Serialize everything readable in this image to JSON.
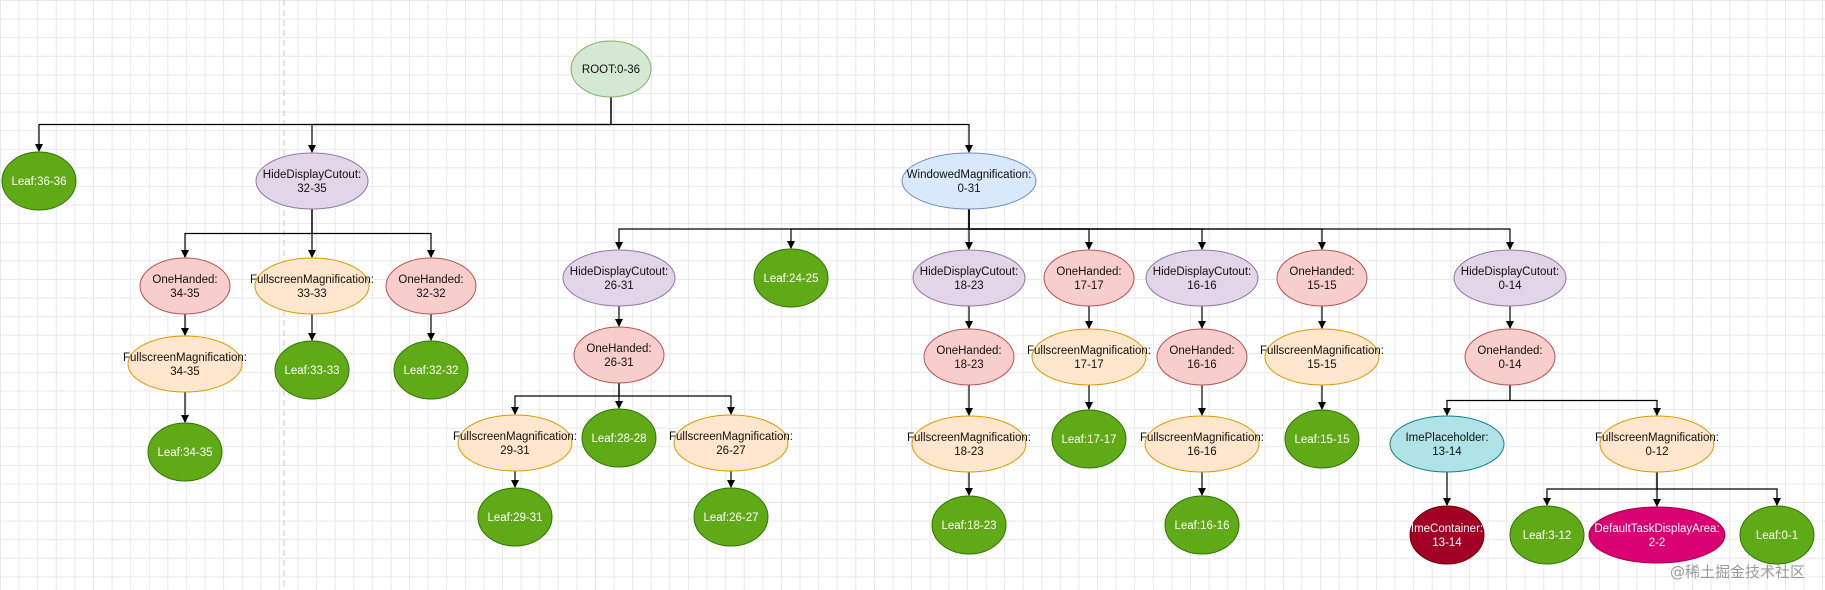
{
  "colors": {
    "root_fill": "#d5e8d4",
    "root_stroke": "#82b366",
    "hdc_fill": "#e1d5e7",
    "hdc_stroke": "#9673a6",
    "oh_fill": "#f8cecc",
    "oh_stroke": "#b85450",
    "fsm_fill": "#ffe6cc",
    "fsm_stroke": "#d79b00",
    "wm_fill": "#dae8fc",
    "wm_stroke": "#6c8ebf",
    "leaf_fill": "#60a917",
    "leaf_stroke": "#2d7600",
    "ime_fill": "#b0e3e6",
    "ime_stroke": "#0e8088",
    "imec_fill": "#a20025",
    "imec_stroke": "#6f0000",
    "tda_fill": "#d80073",
    "tda_stroke": "#a50040"
  },
  "nodes": [
    {
      "id": "root",
      "lines": [
        "ROOT:0-36"
      ],
      "style": "root"
    },
    {
      "id": "leaf_36_36",
      "lines": [
        "Leaf:36-36"
      ],
      "style": "leaf"
    },
    {
      "id": "hdc_32_35",
      "lines": [
        "HideDisplayCutout:",
        "32-35"
      ],
      "style": "hdc"
    },
    {
      "id": "wm_0_31",
      "lines": [
        "WindowedMagnification:",
        "0-31"
      ],
      "style": "wm"
    },
    {
      "id": "oh_34_35",
      "lines": [
        "OneHanded:",
        "34-35"
      ],
      "style": "oh"
    },
    {
      "id": "fsm_33_33",
      "lines": [
        "FullscreenMagnification:",
        "33-33"
      ],
      "style": "fsm"
    },
    {
      "id": "oh_32_32",
      "lines": [
        "OneHanded:",
        "32-32"
      ],
      "style": "oh"
    },
    {
      "id": "fsm_34_35",
      "lines": [
        "FullscreenMagnification:",
        "34-35"
      ],
      "style": "fsm"
    },
    {
      "id": "leaf_33_33",
      "lines": [
        "Leaf:33-33"
      ],
      "style": "leaf"
    },
    {
      "id": "leaf_32_32",
      "lines": [
        "Leaf:32-32"
      ],
      "style": "leaf"
    },
    {
      "id": "leaf_34_35",
      "lines": [
        "Leaf:34-35"
      ],
      "style": "leaf"
    },
    {
      "id": "hdc_26_31",
      "lines": [
        "HideDisplayCutout:",
        "26-31"
      ],
      "style": "hdc"
    },
    {
      "id": "leaf_24_25",
      "lines": [
        "Leaf:24-25"
      ],
      "style": "leaf"
    },
    {
      "id": "hdc_18_23",
      "lines": [
        "HideDisplayCutout:",
        "18-23"
      ],
      "style": "hdc"
    },
    {
      "id": "oh_17_17",
      "lines": [
        "OneHanded:",
        "17-17"
      ],
      "style": "oh"
    },
    {
      "id": "hdc_16_16",
      "lines": [
        "HideDisplayCutout:",
        "16-16"
      ],
      "style": "hdc"
    },
    {
      "id": "oh_15_15",
      "lines": [
        "OneHanded:",
        "15-15"
      ],
      "style": "oh"
    },
    {
      "id": "hdc_0_14",
      "lines": [
        "HideDisplayCutout:",
        "0-14"
      ],
      "style": "hdc"
    },
    {
      "id": "oh_26_31",
      "lines": [
        "OneHanded:",
        "26-31"
      ],
      "style": "oh"
    },
    {
      "id": "fsm_29_31",
      "lines": [
        "FullscreenMagnification:",
        "29-31"
      ],
      "style": "fsm"
    },
    {
      "id": "leaf_28_28",
      "lines": [
        "Leaf:28-28"
      ],
      "style": "leaf"
    },
    {
      "id": "fsm_26_27",
      "lines": [
        "FullscreenMagnification:",
        "26-27"
      ],
      "style": "fsm"
    },
    {
      "id": "leaf_29_31",
      "lines": [
        "Leaf:29-31"
      ],
      "style": "leaf"
    },
    {
      "id": "leaf_26_27",
      "lines": [
        "Leaf:26-27"
      ],
      "style": "leaf"
    },
    {
      "id": "oh_18_23",
      "lines": [
        "OneHanded:",
        "18-23"
      ],
      "style": "oh"
    },
    {
      "id": "fsm_18_23",
      "lines": [
        "FullscreenMagnification:",
        "18-23"
      ],
      "style": "fsm"
    },
    {
      "id": "leaf_18_23",
      "lines": [
        "Leaf:18-23"
      ],
      "style": "leaf"
    },
    {
      "id": "fsm_17_17",
      "lines": [
        "FullscreenMagnification:",
        "17-17"
      ],
      "style": "fsm"
    },
    {
      "id": "leaf_17_17",
      "lines": [
        "Leaf:17-17"
      ],
      "style": "leaf"
    },
    {
      "id": "oh_16_16",
      "lines": [
        "OneHanded:",
        "16-16"
      ],
      "style": "oh"
    },
    {
      "id": "fsm_16_16",
      "lines": [
        "FullscreenMagnification:",
        "16-16"
      ],
      "style": "fsm"
    },
    {
      "id": "leaf_16_16",
      "lines": [
        "Leaf:16-16"
      ],
      "style": "leaf"
    },
    {
      "id": "fsm_15_15",
      "lines": [
        "FullscreenMagnification:",
        "15-15"
      ],
      "style": "fsm"
    },
    {
      "id": "leaf_15_15",
      "lines": [
        "Leaf:15-15"
      ],
      "style": "leaf"
    },
    {
      "id": "oh_0_14",
      "lines": [
        "OneHanded:",
        "0-14"
      ],
      "style": "oh"
    },
    {
      "id": "ime_13_14",
      "lines": [
        "ImePlaceholder:",
        "13-14"
      ],
      "style": "ime"
    },
    {
      "id": "fsm_0_12",
      "lines": [
        "FullscreenMagnification:",
        "0-12"
      ],
      "style": "fsm"
    },
    {
      "id": "imec_13_14",
      "lines": [
        "ImeContainer:",
        "13-14"
      ],
      "style": "imec"
    },
    {
      "id": "leaf_3_12",
      "lines": [
        "Leaf:3-12"
      ],
      "style": "leaf"
    },
    {
      "id": "tda_2_2",
      "lines": [
        "DefaultTaskDisplayArea:",
        "2-2"
      ],
      "style": "tda"
    },
    {
      "id": "leaf_0_1",
      "lines": [
        "Leaf:0-1"
      ],
      "style": "leaf"
    }
  ],
  "edges": [
    [
      "root",
      "leaf_36_36"
    ],
    [
      "root",
      "hdc_32_35"
    ],
    [
      "root",
      "wm_0_31"
    ],
    [
      "hdc_32_35",
      "oh_34_35"
    ],
    [
      "hdc_32_35",
      "fsm_33_33"
    ],
    [
      "hdc_32_35",
      "oh_32_32"
    ],
    [
      "oh_34_35",
      "fsm_34_35"
    ],
    [
      "fsm_33_33",
      "leaf_33_33"
    ],
    [
      "oh_32_32",
      "leaf_32_32"
    ],
    [
      "fsm_34_35",
      "leaf_34_35"
    ],
    [
      "wm_0_31",
      "hdc_26_31"
    ],
    [
      "wm_0_31",
      "leaf_24_25"
    ],
    [
      "wm_0_31",
      "hdc_18_23"
    ],
    [
      "wm_0_31",
      "oh_17_17"
    ],
    [
      "wm_0_31",
      "hdc_16_16"
    ],
    [
      "wm_0_31",
      "oh_15_15"
    ],
    [
      "wm_0_31",
      "hdc_0_14"
    ],
    [
      "hdc_26_31",
      "oh_26_31"
    ],
    [
      "oh_26_31",
      "fsm_29_31"
    ],
    [
      "oh_26_31",
      "leaf_28_28"
    ],
    [
      "oh_26_31",
      "fsm_26_27"
    ],
    [
      "fsm_29_31",
      "leaf_29_31"
    ],
    [
      "fsm_26_27",
      "leaf_26_27"
    ],
    [
      "hdc_18_23",
      "oh_18_23"
    ],
    [
      "oh_18_23",
      "fsm_18_23"
    ],
    [
      "fsm_18_23",
      "leaf_18_23"
    ],
    [
      "oh_17_17",
      "fsm_17_17"
    ],
    [
      "fsm_17_17",
      "leaf_17_17"
    ],
    [
      "hdc_16_16",
      "oh_16_16"
    ],
    [
      "oh_16_16",
      "fsm_16_16"
    ],
    [
      "fsm_16_16",
      "leaf_16_16"
    ],
    [
      "oh_15_15",
      "fsm_15_15"
    ],
    [
      "fsm_15_15",
      "leaf_15_15"
    ],
    [
      "hdc_0_14",
      "oh_0_14"
    ],
    [
      "oh_0_14",
      "ime_13_14"
    ],
    [
      "oh_0_14",
      "fsm_0_12"
    ],
    [
      "ime_13_14",
      "imec_13_14"
    ],
    [
      "fsm_0_12",
      "leaf_3_12"
    ],
    [
      "fsm_0_12",
      "tda_2_2"
    ],
    [
      "fsm_0_12",
      "leaf_0_1"
    ]
  ],
  "watermark": "@稀土掘金技术社区"
}
